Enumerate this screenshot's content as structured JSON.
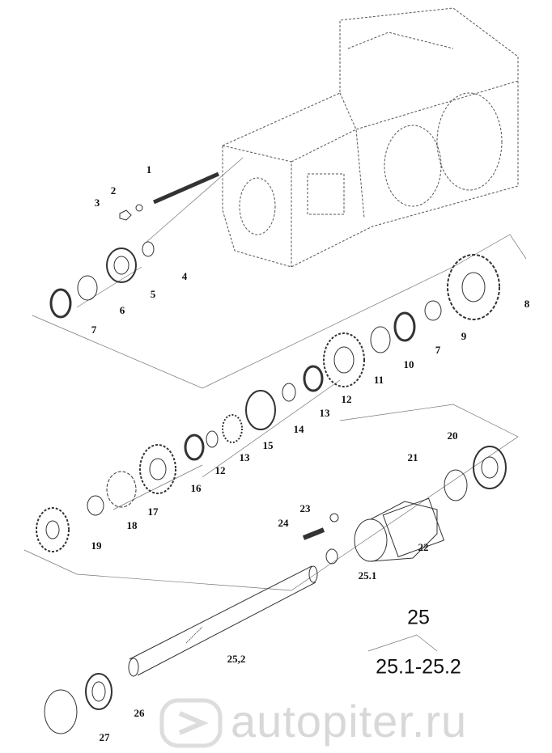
{
  "watermark": "autopiter.ru",
  "labels": [
    "1",
    "2",
    "3",
    "4",
    "5",
    "6",
    "7",
    "8",
    "9",
    "7",
    "10",
    "11",
    "12",
    "13",
    "14",
    "15",
    "13",
    "12",
    "16",
    "17",
    "18",
    "19",
    "20",
    "21",
    "22",
    "23",
    "24",
    "25.1",
    "25,2",
    "26",
    "27"
  ],
  "assembly": {
    "number": "25",
    "range": "25.1-25.2"
  },
  "colors": {
    "line": "#333333",
    "watermark": "#d8d8d8"
  }
}
